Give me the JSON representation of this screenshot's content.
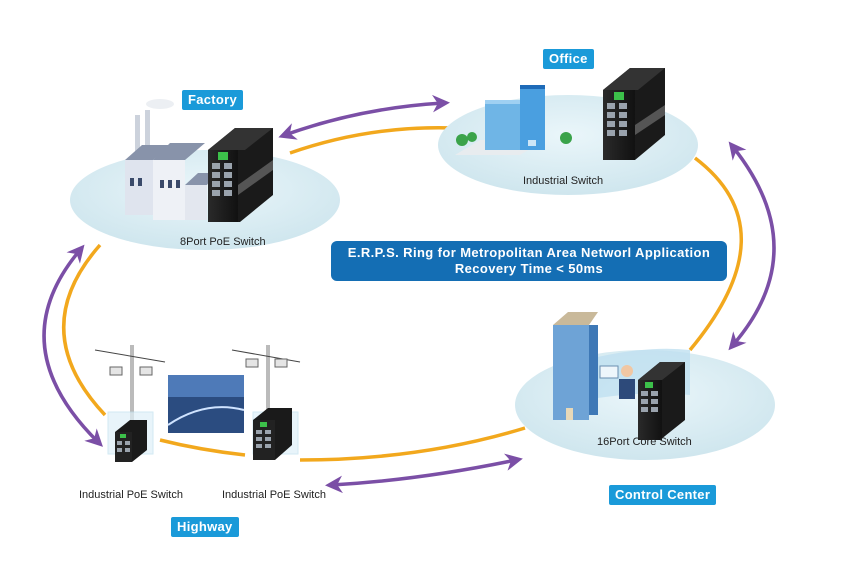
{
  "banner": {
    "line1": "E.R.P.S. Ring for Metropolitan Area Networl Application",
    "line2": "Recovery Time < 50ms"
  },
  "sites": {
    "factory": {
      "label": "Factory",
      "device": "8Port PoE Switch"
    },
    "office": {
      "label": "Office",
      "device": "Industrial Switch"
    },
    "control_center": {
      "label": "Control Center",
      "device": "16Port Core Switch"
    },
    "highway": {
      "label": "Highway",
      "devices": [
        "Industrial PoE Switch",
        "Industrial PoE Switch"
      ]
    }
  },
  "colors": {
    "ring": "#f2a81d",
    "arrow": "#7b4fa6",
    "tag": "#1a9ad9",
    "banner": "#146eb4",
    "platform": "#d6ecf3"
  }
}
